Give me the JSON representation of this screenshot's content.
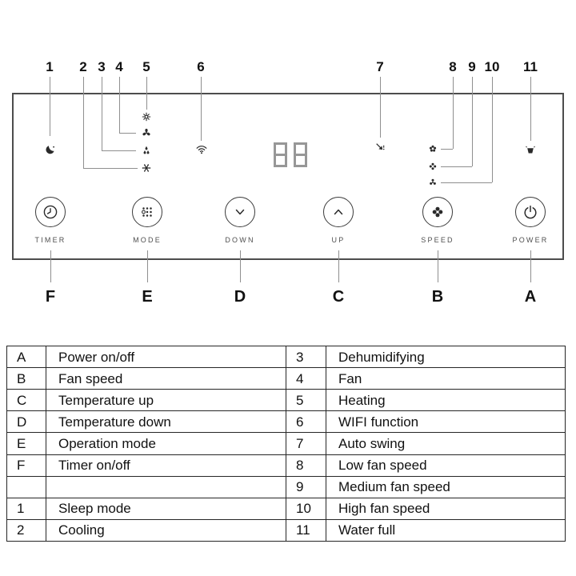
{
  "panel": {
    "display_value": "88",
    "top_callouts": [
      "1",
      "2",
      "3",
      "4",
      "5",
      "6",
      "7",
      "8",
      "9",
      "10",
      "11"
    ],
    "bottom_callouts": [
      "F",
      "E",
      "D",
      "C",
      "B",
      "A"
    ],
    "buttons": [
      {
        "label": "TIMER",
        "icon": "timer-clock-icon"
      },
      {
        "label": "MODE",
        "icon": "mode-dots-icon"
      },
      {
        "label": "DOWN",
        "icon": "chevron-down-icon"
      },
      {
        "label": "UP",
        "icon": "chevron-up-icon"
      },
      {
        "label": "SPEED",
        "icon": "fan-icon"
      },
      {
        "label": "POWER",
        "icon": "power-icon"
      }
    ],
    "indicators": [
      {
        "callout": "1",
        "icon": "sleep-moon-icon"
      },
      {
        "callout": "2",
        "icon": "cooling-snowflake-icon"
      },
      {
        "callout": "3",
        "icon": "dehumidify-drops-icon"
      },
      {
        "callout": "4",
        "icon": "fan-icon"
      },
      {
        "callout": "5",
        "icon": "heating-sun-icon"
      },
      {
        "callout": "6",
        "icon": "wifi-icon"
      },
      {
        "callout": "7",
        "icon": "auto-swing-icon"
      },
      {
        "callout": "8",
        "icon": "low-fan-speed-icon"
      },
      {
        "callout": "9",
        "icon": "medium-fan-speed-icon"
      },
      {
        "callout": "10",
        "icon": "high-fan-speed-icon"
      },
      {
        "callout": "11",
        "icon": "water-full-icon"
      }
    ]
  },
  "legend_table": {
    "rows": [
      [
        "A",
        "Power on/off",
        "3",
        "Dehumidifying"
      ],
      [
        "B",
        "Fan speed",
        "4",
        "Fan"
      ],
      [
        "C",
        "Temperature up",
        "5",
        "Heating"
      ],
      [
        "D",
        "Temperature down",
        "6",
        "WIFI function"
      ],
      [
        "E",
        "Operation mode",
        "7",
        "Auto swing"
      ],
      [
        "F",
        "Timer on/off",
        "8",
        "Low fan speed"
      ],
      [
        "",
        "",
        "9",
        "Medium fan speed"
      ],
      [
        "1",
        "Sleep mode",
        "10",
        "High fan speed"
      ],
      [
        "2",
        "Cooling",
        "11",
        "Water full"
      ]
    ]
  },
  "colors": {
    "ink": "#111111",
    "icon_ink": "#2a2a2a",
    "panel_border": "#4d4d4d",
    "leader_line": "#8f8f8f",
    "display_segment": "#979797",
    "button_stroke": "#3c3c3c",
    "button_label": "#4f4f4f",
    "background": "#ffffff"
  }
}
